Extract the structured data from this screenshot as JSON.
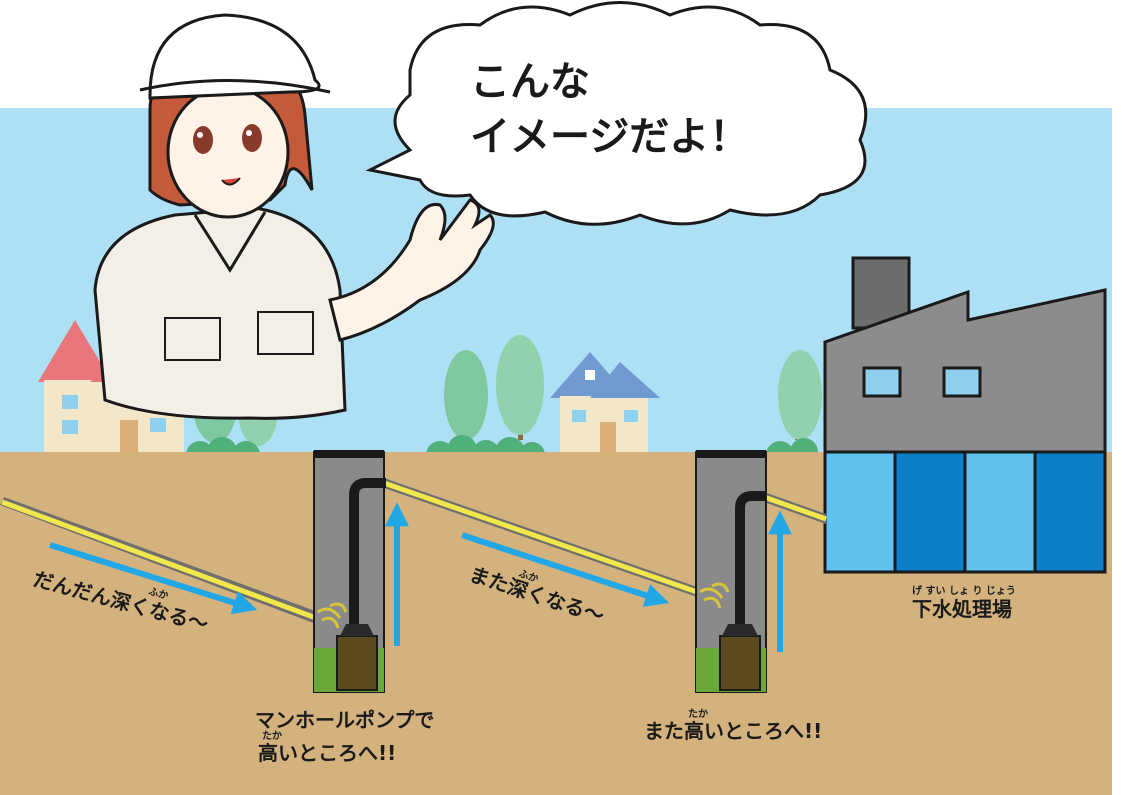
{
  "speech_bubble": {
    "line1": "こんな",
    "line2": "イメージだよ！"
  },
  "labels": {
    "deeper1": "だんだん深くなる～",
    "deeper1_ruby": "ふか",
    "deeper2": "また深くなる～",
    "deeper2_ruby": "ふか",
    "pump_line1": "マンホールポンプで",
    "pump_line2": "高いところへ!!",
    "pump_ruby": "たか",
    "high_again": "また高いところへ!!",
    "high_again_ruby": "たか",
    "plant": "下水処理場",
    "plant_ruby": "げ すい しょ り じょう"
  },
  "colors": {
    "sky": "#aee0f5",
    "ground": "#d4b27e",
    "arrow": "#22a7e6",
    "pipe_yellow": "#f2e74a",
    "building_gray": "#8c8c8c",
    "building_blue": "#0b7fc8",
    "building_light_blue": "#62c2ef",
    "manhole_gray": "#8a8a8a",
    "sewage_green": "#6aa83a",
    "pump_brown": "#5b4a1e"
  },
  "icons": [
    "worker-girl-illustration",
    "house-icon",
    "tree-icon",
    "factory-icon",
    "manhole-pump-icon",
    "water-splash-icon"
  ]
}
